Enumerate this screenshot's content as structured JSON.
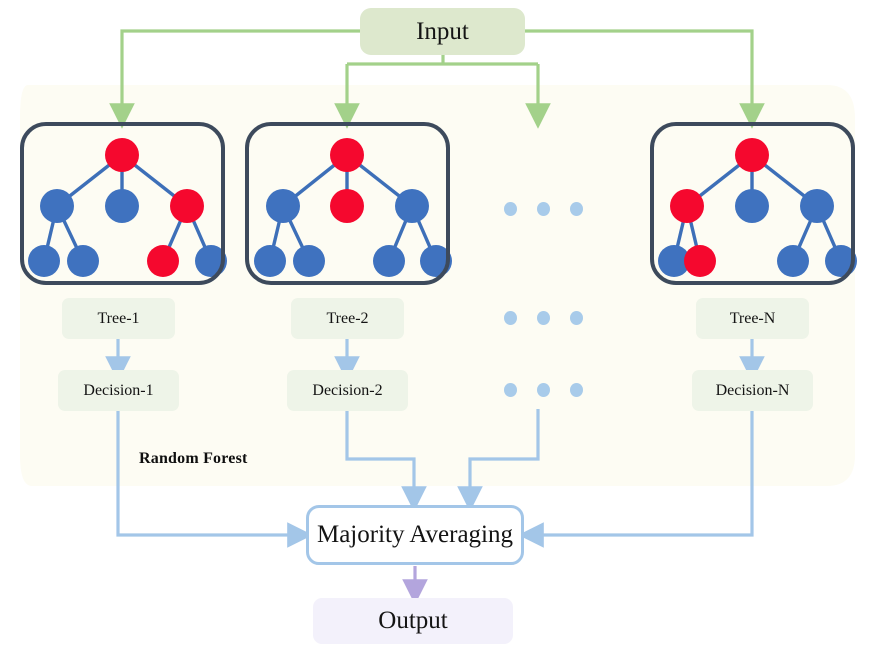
{
  "diagram": {
    "title_caption": "Random Forest",
    "input": {
      "label": "Input"
    },
    "aggregator": {
      "label": "Majority Averaging"
    },
    "output": {
      "label": "Output"
    },
    "columns": [
      {
        "tree_label": "Tree-1",
        "decision_label": "Decision-1"
      },
      {
        "tree_label": "Tree-2",
        "decision_label": "Decision-2"
      },
      {
        "tree_label": "Tree-N",
        "decision_label": "Decision-N"
      }
    ],
    "ellipsis": {
      "symbol": "• • •",
      "rows": 3
    },
    "colors": {
      "panel_background": "#fdfcf3",
      "input_fill": "#dde8cd",
      "label_fill": "#eef4e8",
      "output_fill": "#f3f1fb",
      "tree_border": "#3d4a5c",
      "node_red": "#f5082e",
      "node_blue": "#3f72bf",
      "edge_blue": "#3d6fb8",
      "green_arrow": "#a3d18a",
      "blue_arrow": "#a3c6e8",
      "purple_arrow": "#b3a5dd",
      "dot_blue": "#a8cbea"
    },
    "trees": [
      {
        "name": "tree-1",
        "root": "red",
        "level2": [
          "blue",
          "blue",
          "red"
        ],
        "level3": [
          "blue",
          "blue",
          "red",
          "blue"
        ],
        "level3_parents": [
          "left",
          "left",
          "right",
          "right"
        ]
      },
      {
        "name": "tree-2",
        "root": "red",
        "level2": [
          "blue",
          "red",
          "blue"
        ],
        "level3": [
          "blue",
          "blue",
          "blue",
          "blue"
        ],
        "level3_parents": [
          "left",
          "left",
          "right",
          "right"
        ]
      },
      {
        "name": "tree-n",
        "root": "red",
        "level2": [
          "red",
          "blue",
          "blue"
        ],
        "level3": [
          "blue",
          "red",
          "blue",
          "blue"
        ],
        "level3_parents": [
          "left",
          "left",
          "right",
          "right"
        ]
      }
    ]
  }
}
